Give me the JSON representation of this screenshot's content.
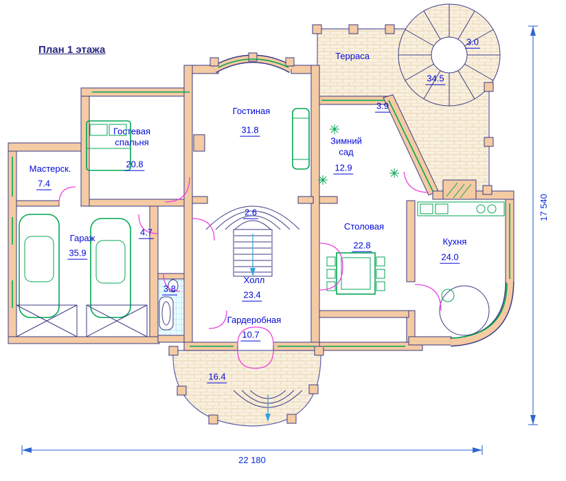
{
  "title": "План 1 этажа",
  "rooms": {
    "terrace": {
      "name": "Терраса",
      "area": "34.5"
    },
    "terrace_upper": {
      "area": "3.0"
    },
    "terrace_step": {
      "area": "3.9"
    },
    "living": {
      "name": "Гостиная",
      "area": "31.8"
    },
    "bedroom": {
      "name": "Гостевая спальня",
      "area": "20.8"
    },
    "workshop": {
      "name": "Мастерск.",
      "area": "7.4"
    },
    "garage": {
      "name": "Гараж",
      "area": "35.9"
    },
    "winter_garden": {
      "name": "Зимний сад",
      "area": "12.9"
    },
    "dining": {
      "name": "Столовая",
      "area": "22.8"
    },
    "kitchen": {
      "name": "Кухня",
      "area": "24.0"
    },
    "hall": {
      "name": "Холл",
      "area": "23.4"
    },
    "wardrobe": {
      "name": "Гардеробная",
      "area": "10.7"
    },
    "corridor": {
      "area": "4.7"
    },
    "stairs": {
      "area": "2.6"
    },
    "bathroom": {
      "area": "3.8"
    },
    "porch": {
      "area": "16.4"
    }
  },
  "dimensions": {
    "width": "22 180",
    "height": "17 540"
  },
  "colors": {
    "wall_fill": "#f4cba3",
    "wall_outline": "#3a3a85",
    "room_label": "#0008d8",
    "furniture_green": "#00a651",
    "door_magenta": "#ee3fe0",
    "dimension_blue": "#2f66d0",
    "terrace_hatch": "#e4cda8",
    "tile_cyan": "#7fd8ee"
  }
}
